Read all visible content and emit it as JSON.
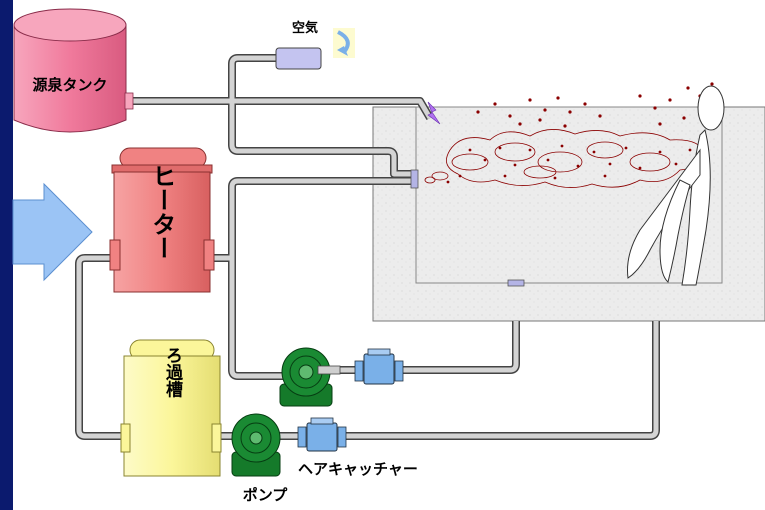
{
  "labels": {
    "source_tank": "源泉タンク",
    "air": "空気",
    "heater": "ヒーター",
    "filter_tank": "ろ過槽",
    "hair_catcher": "ヘアキャッチャー",
    "pump": "ポンプ"
  },
  "colors": {
    "side_bar": "#0b1a6e",
    "arrow": "#9bc4f5",
    "pipe": "#d0d0d0",
    "pipe_edge": "#444444",
    "tank": "#f07a9c",
    "heater": "#f08282",
    "filter_tank": "#fbf69a",
    "pump": "#157a2a",
    "hair_catcher": "#7ab0e8",
    "bath": "#ececec",
    "bubble": "#8b0000"
  },
  "icons": [
    "curved-arrow-icon",
    "lightning-icon",
    "person-silhouette"
  ]
}
